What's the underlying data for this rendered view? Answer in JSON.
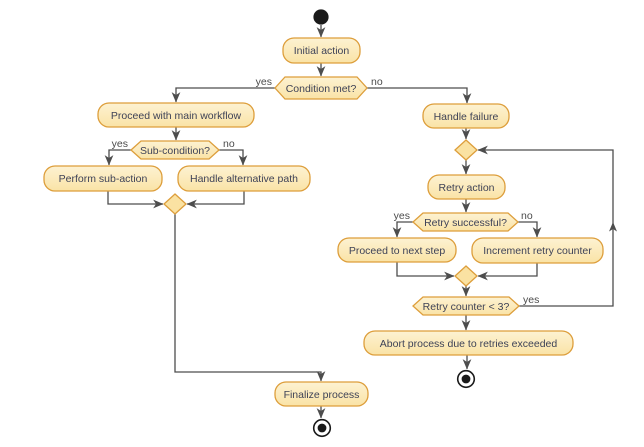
{
  "diagram": {
    "type": "uml-activity-diagram",
    "background": "#FFFFFF",
    "colors": {
      "node_fill_top": "#FDF2D2",
      "node_fill_bottom": "#FAE3A6",
      "node_border": "#DD9E3B",
      "merge_fill": "#FAE2A2",
      "edge": "#4D4D4D",
      "node_text": "#3E4257",
      "branch_text": "#4B4B4B",
      "terminal": "#1A1A1A"
    },
    "nodes": {
      "initial_action": "Initial action",
      "condition_met": "Condition met?",
      "proceed_main_workflow": "Proceed with main workflow",
      "sub_condition": "Sub-condition?",
      "perform_sub_action": "Perform sub-action",
      "handle_alternative_path": "Handle alternative path",
      "handle_failure": "Handle failure",
      "retry_action": "Retry action",
      "retry_successful": "Retry successful?",
      "proceed_next_step": "Proceed to next step",
      "increment_retry_counter": "Increment retry counter",
      "retry_counter_check": "Retry counter < 3?",
      "abort_process": "Abort process due to retries exceeded",
      "finalize_process": "Finalize process"
    },
    "branches": {
      "condition_met": {
        "yes": "yes",
        "no": "no"
      },
      "sub_condition": {
        "yes": "yes",
        "no": "no"
      },
      "retry_successful": {
        "yes": "yes",
        "no": "no"
      },
      "retry_counter_check": {
        "yes": "yes"
      }
    }
  }
}
